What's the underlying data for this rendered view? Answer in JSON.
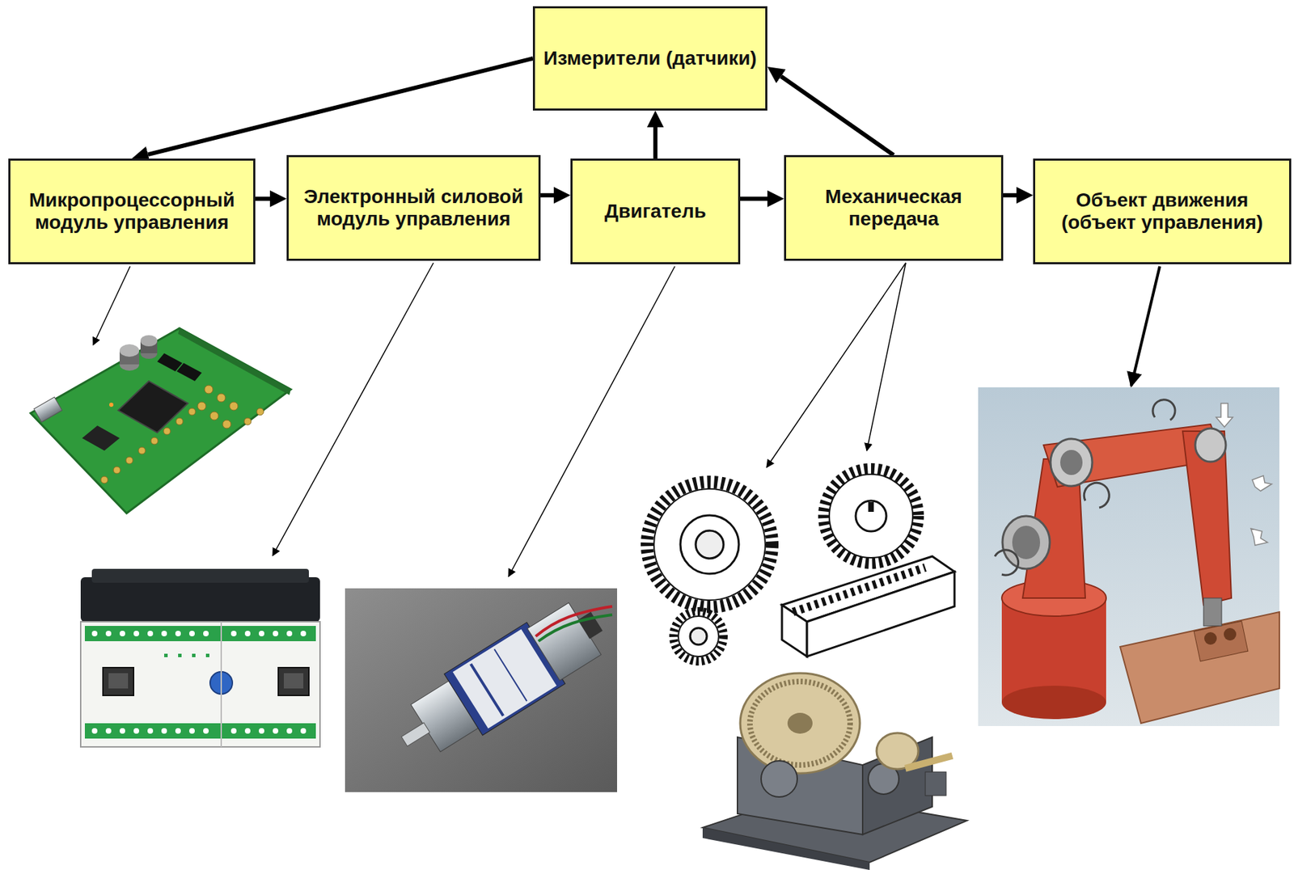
{
  "diagram": {
    "nodes": [
      {
        "text": [
          "Измерители (датчики)"
        ]
      },
      {
        "text": [
          "Микропроцессорный модуль управления"
        ]
      },
      {
        "text": [
          "Электронный силовой модуль управления"
        ]
      },
      {
        "text": [
          "Двигатель"
        ]
      },
      {
        "text": [
          "Механическая передача"
        ]
      },
      {
        "text": [
          "Объект движения (объект управления)"
        ]
      }
    ],
    "edges": [
      {
        "from": 1,
        "to": 2,
        "arrow": "to"
      },
      {
        "from": 2,
        "to": 3,
        "arrow": "to"
      },
      {
        "from": 3,
        "to": 4,
        "arrow": "to"
      },
      {
        "from": 4,
        "to": 5,
        "arrow": "to"
      },
      {
        "from": 3,
        "to": 0,
        "arrow": "to"
      },
      {
        "from": 4,
        "to": 0,
        "arrow": "to"
      },
      {
        "from": 0,
        "to": 1,
        "arrow": "to"
      }
    ]
  }
}
